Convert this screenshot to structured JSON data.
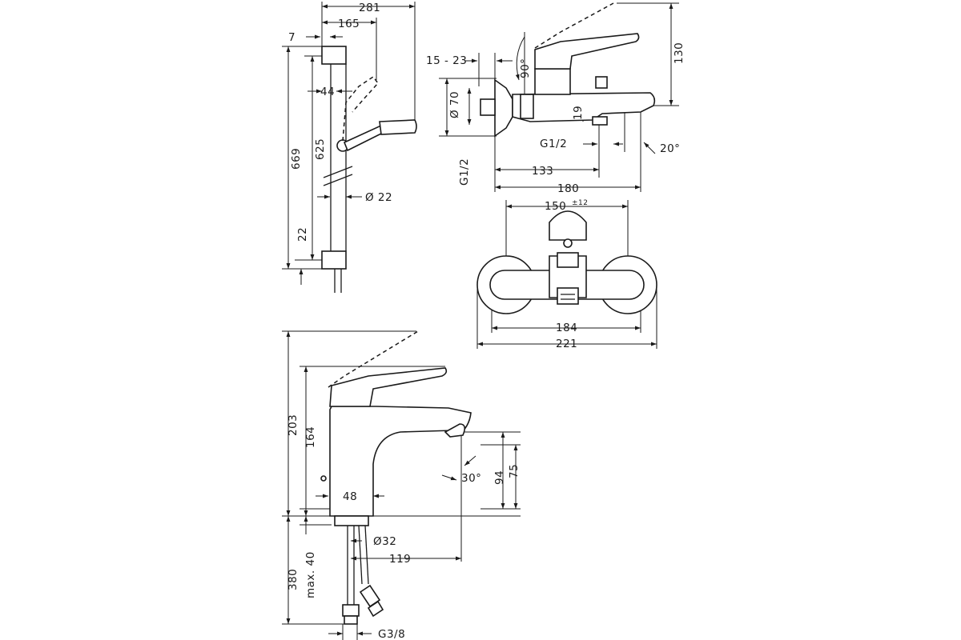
{
  "shower_set": {
    "width_281": "281",
    "offset_165": "165",
    "offset_7": "7",
    "height_669": "669",
    "height_625": "625",
    "offset_44": "44",
    "bottom_22": "22",
    "rail_diameter": "Ø 22"
  },
  "bath_mixer": {
    "range_15_23": "15 - 23",
    "height_130": "130",
    "angle_90": "90°",
    "diam_70": "Ø 70",
    "offset_19": "19",
    "thread_g12_a": "G1/2",
    "thread_g12_b": "G1/2",
    "angle_20": "20°",
    "length_133": "133",
    "length_180": "180",
    "centers_150": "150",
    "centers_tol": "±12",
    "width_184": "184",
    "width_221": "221"
  },
  "basin_mixer": {
    "height_203": "203",
    "height_164": "164",
    "angle_30": "30°",
    "height_94": "94",
    "height_75": "75",
    "width_48": "48",
    "diam_32": "Ø32",
    "length_119": "119",
    "hose_380": "380",
    "max_40": "max. 40",
    "thread_g38": "G3/8"
  }
}
